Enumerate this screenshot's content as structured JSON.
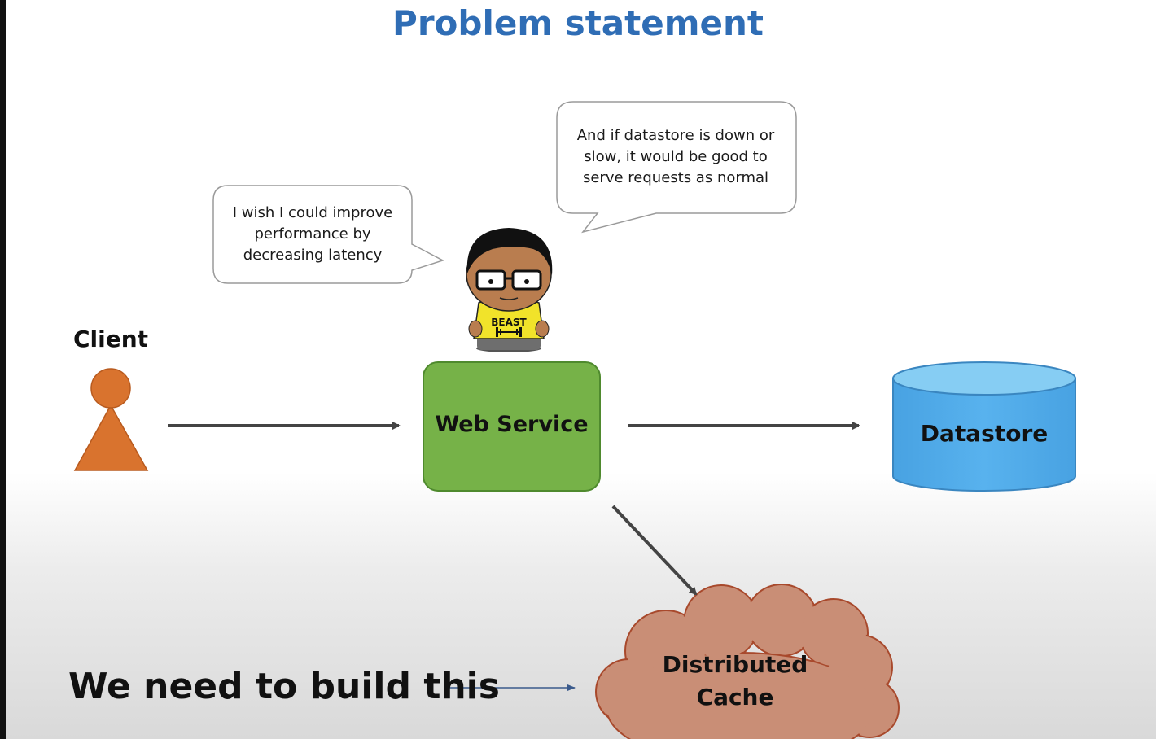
{
  "title": "Problem statement",
  "bubbles": {
    "left": "I wish I could improve performance by decreasing latency",
    "right": "And if datastore is down or slow, it would be good to serve requests as normal"
  },
  "character": {
    "shirt_text": "BEAST"
  },
  "nodes": {
    "client": "Client",
    "web_service": "Web Service",
    "datastore": "Datastore",
    "cache_line1": "Distributed",
    "cache_line2": "Cache"
  },
  "footer": {
    "statement": "We need to build this"
  },
  "colors": {
    "title": "#2f6db5",
    "client": "#d9732e",
    "web_service": "#76b248",
    "datastore": "#4fa9e8",
    "cache": "#c98e76",
    "arrow": "#444444"
  }
}
